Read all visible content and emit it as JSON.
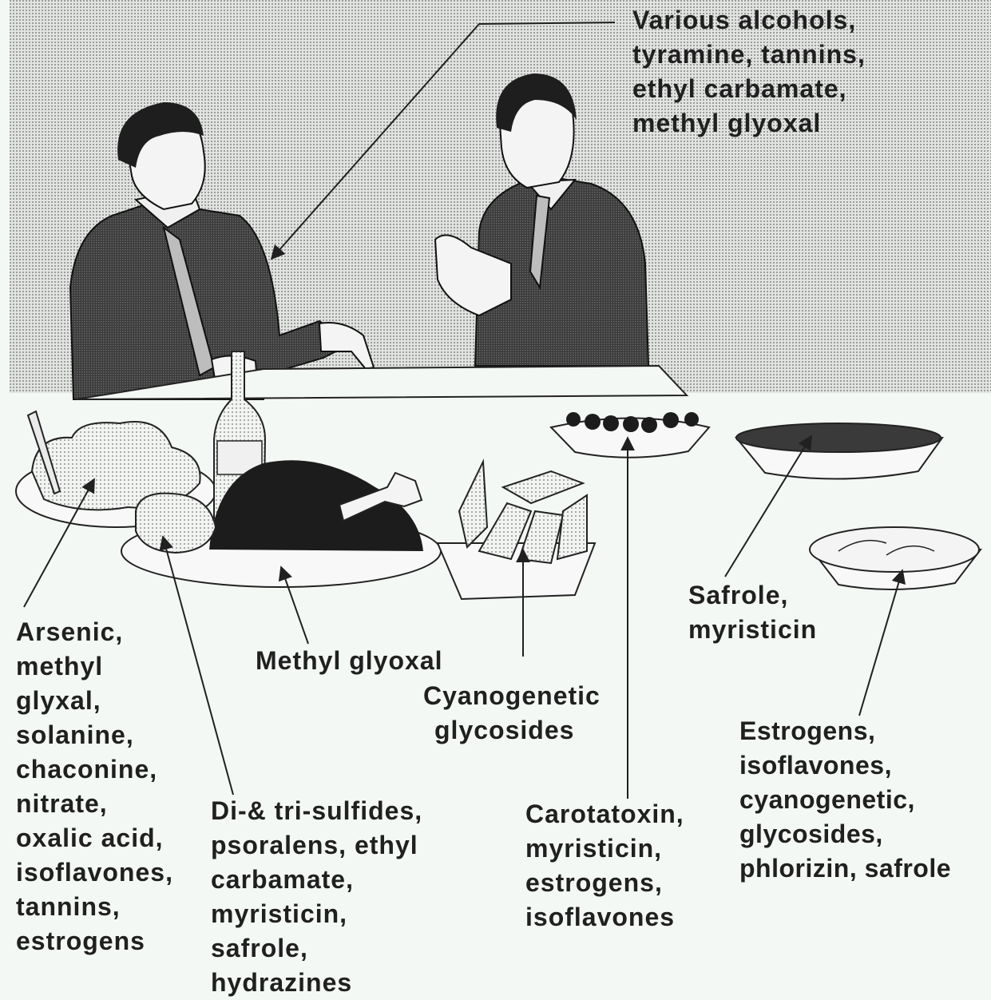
{
  "labels": {
    "beverages": [
      "Various alcohols,",
      "tyramine, tannins,",
      "ethyl carbamate,",
      "methyl glyoxal"
    ],
    "potatoes": [
      "Arsenic,",
      "methyl",
      "glyxal,",
      "solanine,",
      "chaconine,",
      "nitrate,",
      "oxalic acid,",
      "isoflavones,",
      "tannins,",
      "estrogens"
    ],
    "side_dish": [
      "Di-& tri-sulfides,",
      "psoralens, ethyl",
      "carbamate,",
      "myristicin,",
      "safrole,",
      "hydrazines"
    ],
    "turkey": [
      "Methyl glyoxal"
    ],
    "vegetables": [
      "Cyanogenetic",
      "glycosides"
    ],
    "olives": [
      "Carotatoxin,",
      "myristicin,",
      "estrogens,",
      "isoflavones"
    ],
    "sauce": [
      "Safrole,",
      "myristicin"
    ],
    "dessert": [
      "Estrogens,",
      "isoflavones,",
      "cyanogenetic,",
      "glycosides,",
      "phlorizin, safrole"
    ]
  },
  "colors": {
    "background": "#f4f8f4",
    "wall": "#d4d6d4",
    "ink": "#202020",
    "suit": "#3a3a3a",
    "turkey": "#1c1c1c"
  }
}
